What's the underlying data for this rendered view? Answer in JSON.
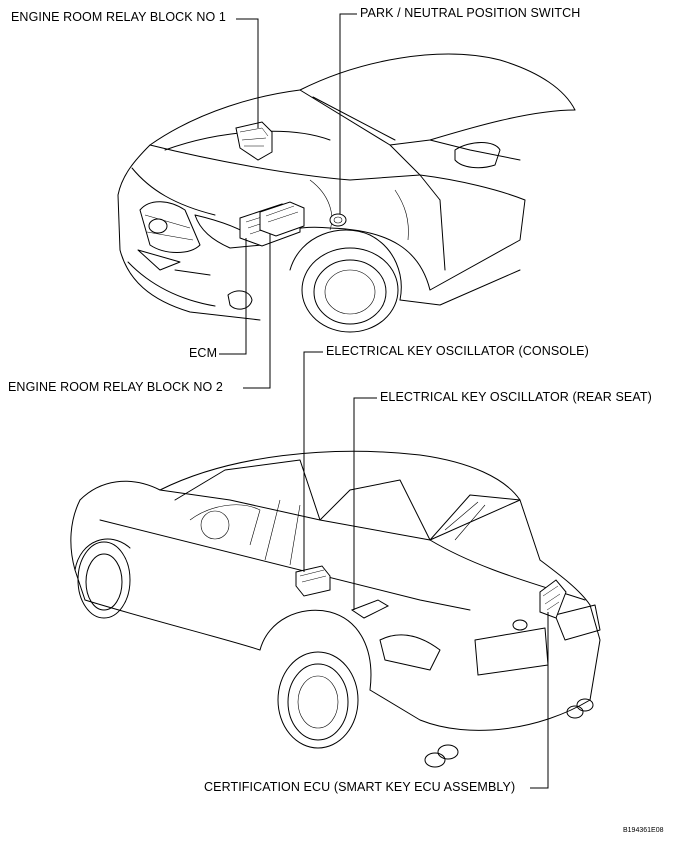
{
  "labels": {
    "relay_block_1": "ENGINE ROOM RELAY BLOCK NO  1",
    "park_neutral_switch": "PARK / NEUTRAL POSITION SWITCH",
    "ecm": "ECM",
    "key_osc_console": "ELECTRICAL KEY OSCILLATOR (CONSOLE)",
    "relay_block_2": "ENGINE ROOM RELAY BLOCK NO  2",
    "key_osc_rear_seat": "ELECTRICAL KEY OSCILLATOR (REAR SEAT)",
    "certification_ecu": "CERTIFICATION ECU (SMART KEY ECU ASSEMBLY)"
  },
  "figure_code": "B194361E08"
}
